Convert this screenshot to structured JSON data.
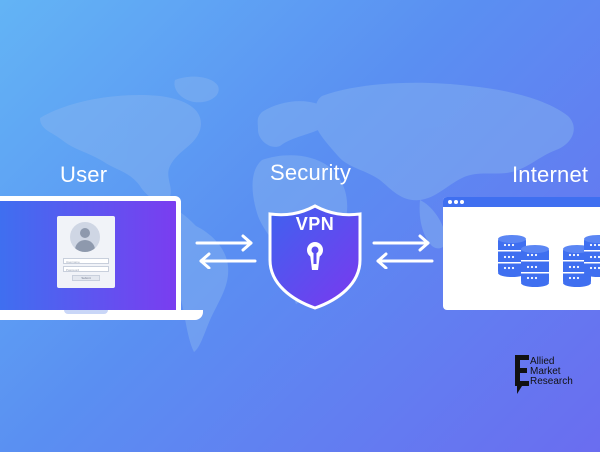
{
  "labels": {
    "user": "User",
    "security": "Security",
    "internet": "Internet"
  },
  "shield": {
    "text": "VPN"
  },
  "login_form": {
    "field1": "Username",
    "field2": "Password",
    "button": "Submit"
  },
  "logo": {
    "line1": "Allied",
    "line2": "Market",
    "line3": "Research"
  },
  "icons": [
    "user-avatar-icon",
    "arrows-icon",
    "shield-icon",
    "keyhole-icon",
    "database-icon",
    "logo-mark-icon"
  ],
  "colors": {
    "background_start": "#63b4f5",
    "background_end": "#6a6df0",
    "screen_gradient_start": "#3f6ff0",
    "screen_gradient_end": "#7a3df0",
    "accent": "#3f6ff0"
  }
}
